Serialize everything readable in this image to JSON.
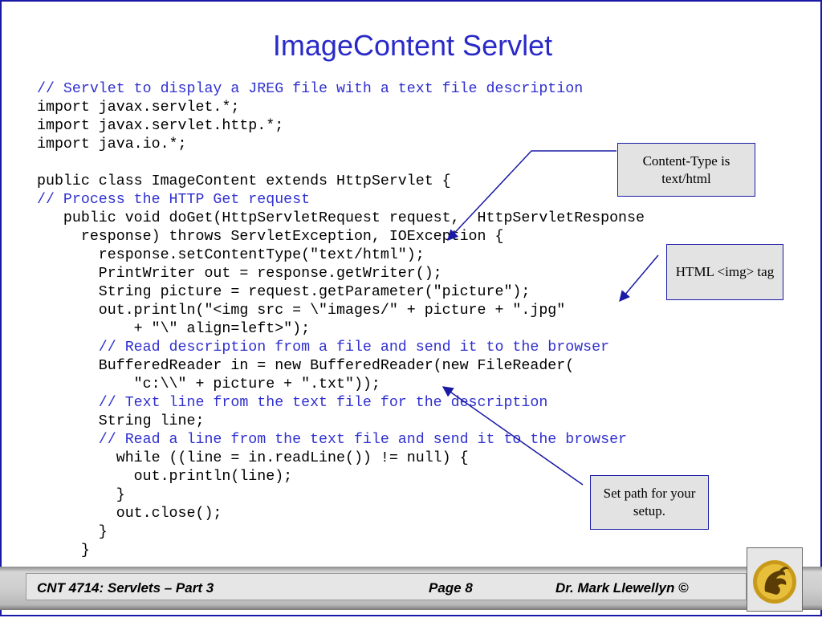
{
  "slide": {
    "title": "ImageContent Servlet",
    "code_lines": [
      {
        "text": "// Servlet to display a JREG file with a text file description",
        "comment": true
      },
      {
        "text": "import javax.servlet.*;",
        "comment": false
      },
      {
        "text": "import javax.servlet.http.*;",
        "comment": false
      },
      {
        "text": "import java.io.*;",
        "comment": false
      },
      {
        "text": "",
        "comment": false
      },
      {
        "text": "public class ImageContent extends HttpServlet {",
        "comment": false
      },
      {
        "text": "// Process the HTTP Get request",
        "comment": true
      },
      {
        "text": "   public void doGet(HttpServletRequest request,  HttpServletResponse",
        "comment": false
      },
      {
        "text": "     response) throws ServletException, IOException {",
        "comment": false
      },
      {
        "text": "       response.setContentType(\"text/html\");",
        "comment": false
      },
      {
        "text": "       PrintWriter out = response.getWriter();",
        "comment": false
      },
      {
        "text": "       String picture = request.getParameter(\"picture\");",
        "comment": false
      },
      {
        "text": "       out.println(\"<img src = \\\"images/\" + picture + \".jpg\"",
        "comment": false
      },
      {
        "text": "           + \"\\\" align=left>\");",
        "comment": false
      },
      {
        "text": "       // Read description from a file and send it to the browser",
        "comment": true
      },
      {
        "text": "       BufferedReader in = new BufferedReader(new FileReader(",
        "comment": false
      },
      {
        "text": "           \"c:\\\\\" + picture + \".txt\"));",
        "comment": false
      },
      {
        "text": "       // Text line from the text file for the description",
        "comment": true
      },
      {
        "text": "       String line;",
        "comment": false
      },
      {
        "text": "       // Read a line from the text file and send it to the browser",
        "comment": true
      },
      {
        "text": "         while ((line = in.readLine()) != null) {",
        "comment": false
      },
      {
        "text": "           out.println(line);",
        "comment": false
      },
      {
        "text": "         }",
        "comment": false
      },
      {
        "text": "         out.close();",
        "comment": false
      },
      {
        "text": "       }",
        "comment": false
      },
      {
        "text": "     }",
        "comment": false
      }
    ],
    "callouts": {
      "content_type": "Content-Type is text/html",
      "html_img": "HTML <img> tag",
      "set_path": "Set path for your setup."
    }
  },
  "footer": {
    "course": "CNT 4714: Servlets – Part 3",
    "page": "Page 8",
    "author": "Dr. Mark Llewellyn ©"
  },
  "colors": {
    "title": "#2a2ac8",
    "comment": "#3030d0",
    "border": "#1a1aa6",
    "callout_bg": "#e3e3e3"
  },
  "icons": {
    "logo": "pegasus-logo-icon"
  }
}
